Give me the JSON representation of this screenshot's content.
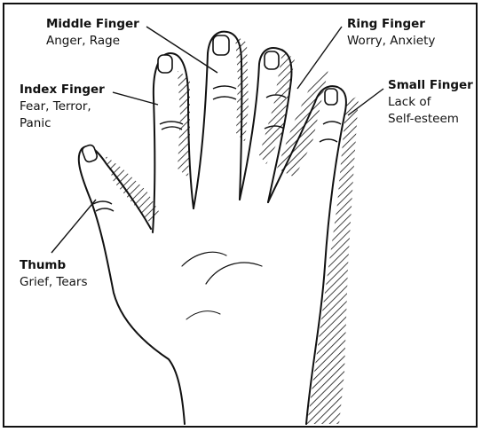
{
  "fingers": [
    {
      "id": "middle",
      "name": "Middle Finger",
      "emotions": "Anger, Rage"
    },
    {
      "id": "index",
      "name": "Index Finger",
      "emotions": "Fear, Terror,\nPanic"
    },
    {
      "id": "thumb",
      "name": "Thumb",
      "emotions": "Grief, Tears"
    },
    {
      "id": "ring",
      "name": "Ring Finger",
      "emotions": "Worry, Anxiety"
    },
    {
      "id": "small",
      "name": "Small Finger",
      "emotions": "Lack of\nSelf-esteem"
    }
  ],
  "colors": {
    "ink": "#111111",
    "paper": "#ffffff"
  }
}
